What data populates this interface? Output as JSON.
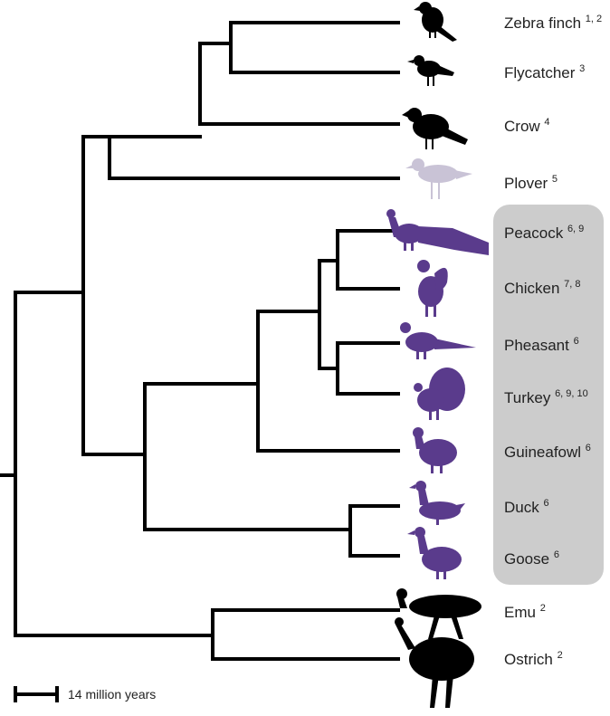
{
  "taxa": [
    {
      "id": "zebra_finch",
      "name": "Zebra finch",
      "refs": "1, 2",
      "icon": "finch-icon",
      "color": "#000000"
    },
    {
      "id": "flycatcher",
      "name": "Flycatcher",
      "refs": "3",
      "icon": "flycatcher-icon",
      "color": "#000000"
    },
    {
      "id": "crow",
      "name": "Crow",
      "refs": "4",
      "icon": "crow-icon",
      "color": "#000000"
    },
    {
      "id": "plover",
      "name": "Plover",
      "refs": "5",
      "icon": "plover-icon",
      "color": "#c9c3d6"
    },
    {
      "id": "peacock",
      "name": "Peacock",
      "refs": "6, 9",
      "icon": "peacock-icon",
      "color": "#5a3b8c"
    },
    {
      "id": "chicken",
      "name": "Chicken",
      "refs": "7, 8",
      "icon": "chicken-icon",
      "color": "#5a3b8c"
    },
    {
      "id": "pheasant",
      "name": "Pheasant",
      "refs": "6",
      "icon": "pheasant-icon",
      "color": "#5a3b8c"
    },
    {
      "id": "turkey",
      "name": "Turkey",
      "refs": "6, 9, 10",
      "icon": "turkey-icon",
      "color": "#5a3b8c"
    },
    {
      "id": "guineafowl",
      "name": "Guineafowl",
      "refs": "6",
      "icon": "guineafowl-icon",
      "color": "#5a3b8c"
    },
    {
      "id": "duck",
      "name": "Duck",
      "refs": "6",
      "icon": "duck-icon",
      "color": "#5a3b8c"
    },
    {
      "id": "goose",
      "name": "Goose",
      "refs": "6",
      "icon": "goose-icon",
      "color": "#5a3b8c"
    },
    {
      "id": "emu",
      "name": "Emu",
      "refs": "2",
      "icon": "emu-icon",
      "color": "#000000"
    },
    {
      "id": "ostrich",
      "name": "Ostrich",
      "refs": "2",
      "icon": "ostrich-icon",
      "color": "#000000"
    }
  ],
  "highlight_group": {
    "members": [
      "peacock",
      "chicken",
      "pheasant",
      "turkey",
      "guineafowl",
      "duck",
      "goose"
    ],
    "color": "#cccccc"
  },
  "scale_bar": {
    "label": "14 million years"
  }
}
